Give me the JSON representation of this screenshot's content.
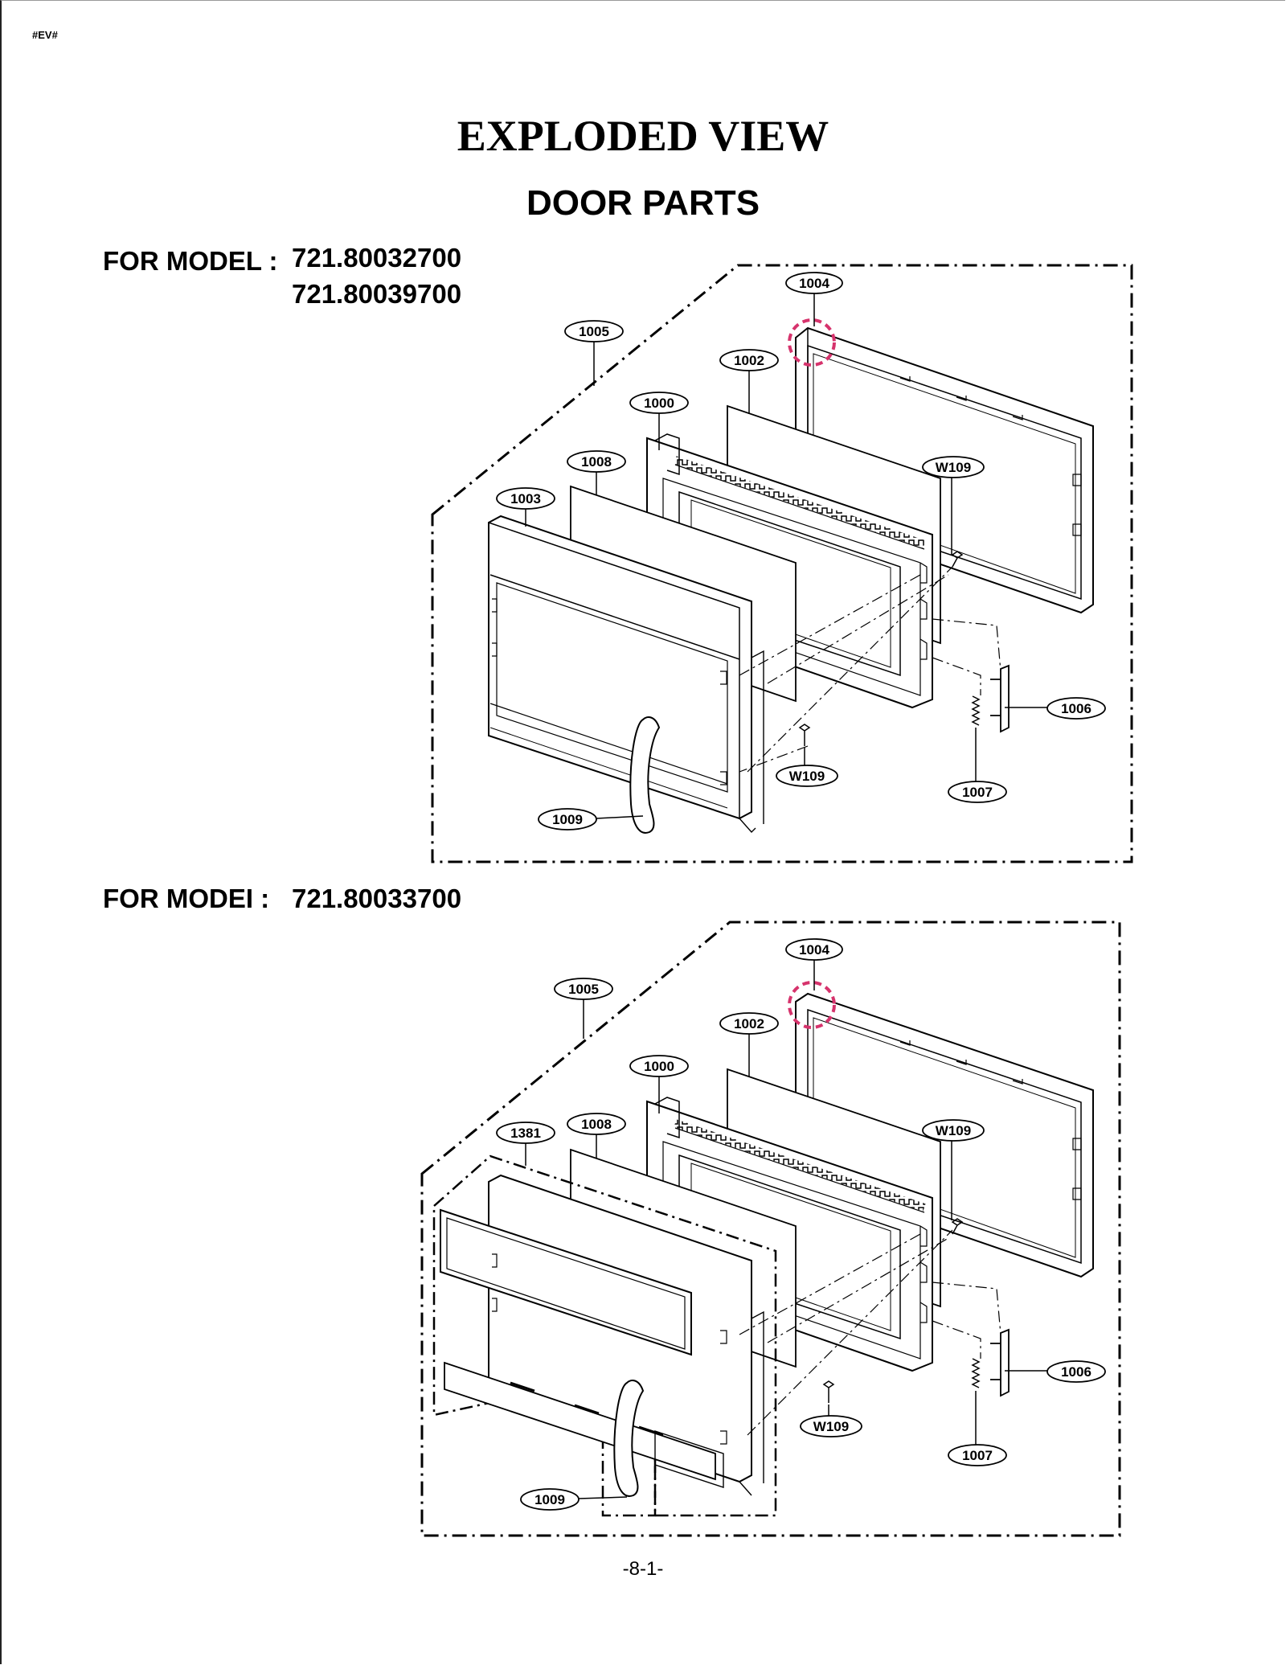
{
  "header": {
    "tag": "#EV#",
    "title": "EXPLODED VIEW",
    "subtitle": "DOOR PARTS"
  },
  "sections": [
    {
      "model_label_prefix": "FOR MODEL :",
      "model_numbers": [
        "721.80032700",
        "721.80039700"
      ],
      "callouts": [
        "1004",
        "1005",
        "1002",
        "1000",
        "1008",
        "1003",
        "W109",
        "1006",
        "W109",
        "1007",
        "1009"
      ]
    },
    {
      "model_label_prefix": "FOR MODEI :",
      "model_numbers": [
        "721.80033700"
      ],
      "callouts": [
        "1004",
        "1005",
        "1002",
        "1000",
        "1381",
        "1008",
        "W109",
        "1006",
        "W109",
        "1007",
        "1009"
      ]
    }
  ],
  "footer": {
    "page_number": "-8-1-"
  },
  "colors": {
    "highlight_circle": "#d6336c",
    "line": "#000000"
  }
}
